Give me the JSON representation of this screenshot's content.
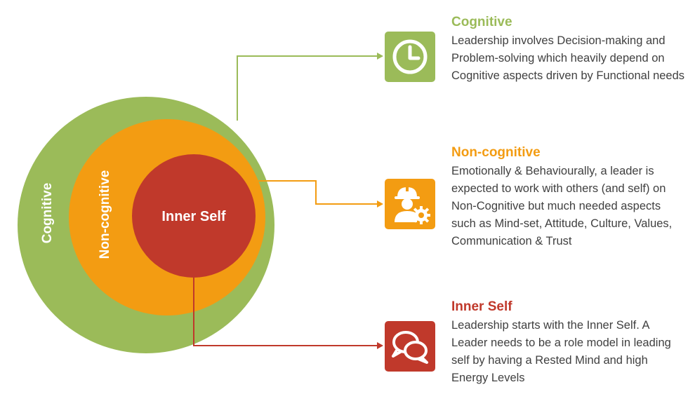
{
  "colors": {
    "cognitive": "#9bbb59",
    "non_cognitive": "#f39c12",
    "inner_self": "#c0392b",
    "body_text": "#404040"
  },
  "circles": {
    "cognitive_label": "Cognitive",
    "non_cognitive_label": "Non-cognitive",
    "inner_self_label": "Inner Self"
  },
  "blocks": {
    "cognitive": {
      "title": "Cognitive",
      "body": "Leadership involves Decision-making and Problem-solving which heavily depend on Cognitive aspects driven by Functional needs",
      "icon": "clock-icon"
    },
    "non_cognitive": {
      "title": "Non-cognitive",
      "body": "Emotionally & Behaviourally, a leader is expected to work with others (and self) on Non-Cognitive but much needed aspects such as Mind-set, Attitude, Culture, Values, Communication & Trust",
      "icon": "worker-gear-icon"
    },
    "inner_self": {
      "title": "Inner Self",
      "body": "Leadership starts with the Inner Self. A Leader needs to be a role model in leading self by having a Rested Mind and high Energy Levels",
      "icon": "chat-bubbles-icon"
    }
  }
}
